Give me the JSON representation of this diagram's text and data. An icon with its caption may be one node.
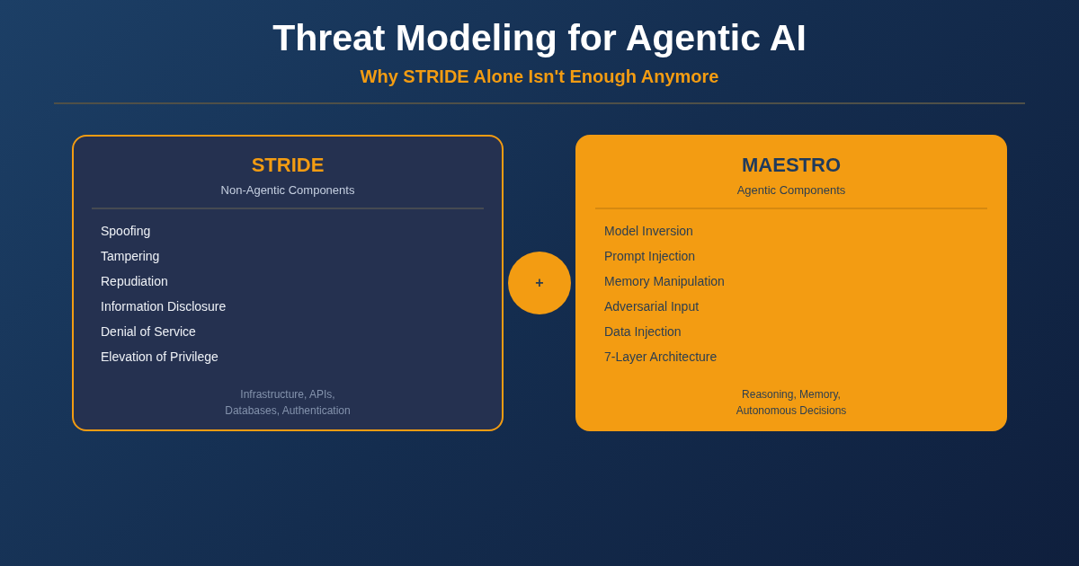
{
  "diagram": {
    "title": "Threat Modeling for Agentic AI",
    "caption": "Why STRIDE Alone Isn't Enough Anymore",
    "nodes": [
      {
        "text": [
          "STRIDE",
          "Non-Agentic Components",
          "Spoofing",
          "Tampering",
          "Repudiation",
          "Information Disclosure",
          "Denial of Service",
          "Elevation of Privilege",
          "Infrastructure, APIs, Databases, Authentication"
        ]
      },
      {
        "text": [
          "+"
        ]
      },
      {
        "text": [
          "MAESTRO",
          "Agentic Components",
          "Model Inversion",
          "Prompt Injection",
          "Memory Manipulation",
          "Adversarial Input",
          "Data Injection",
          "7-Layer Architecture",
          "Reasoning, Memory, Autonomous Decisions"
        ]
      }
    ]
  }
}
